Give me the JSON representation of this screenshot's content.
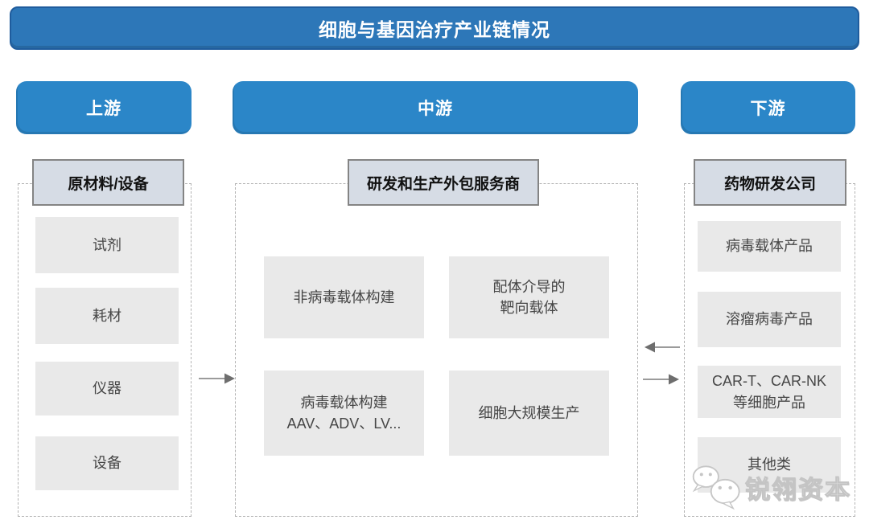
{
  "title": "细胞与基因治疗产业链情况",
  "colors": {
    "banner_blue": "#2d77b8",
    "banner_border": "#1f5c9d",
    "stage_blue": "#2b86c8",
    "header_fill": "#d6dce5",
    "header_border": "#848484",
    "item_fill": "#e9e9e9",
    "dashed_border": "#b3b3b3",
    "arrow_gray": "#7a7a7a"
  },
  "columns": [
    {
      "stage": "上游",
      "header": "原材料/设备",
      "items": [
        {
          "lines": [
            "试剂"
          ]
        },
        {
          "lines": [
            "耗材"
          ]
        },
        {
          "lines": [
            "仪器"
          ]
        },
        {
          "lines": [
            "设备"
          ]
        }
      ]
    },
    {
      "stage": "中游",
      "header": "研发和生产外包服务商",
      "items": [
        {
          "lines": [
            "非病毒载体构建"
          ]
        },
        {
          "lines": [
            "配体介导的",
            "靶向载体"
          ]
        },
        {
          "lines": [
            "病毒载体构建",
            "AAV、ADV、LV..."
          ]
        },
        {
          "lines": [
            "细胞大规模生产"
          ]
        }
      ]
    },
    {
      "stage": "下游",
      "header": "药物研发公司",
      "items": [
        {
          "lines": [
            "病毒载体产品"
          ]
        },
        {
          "lines": [
            "溶瘤病毒产品"
          ]
        },
        {
          "lines": [
            "CAR-T、CAR-NK",
            "等细胞产品"
          ]
        },
        {
          "lines": [
            "其他类"
          ]
        }
      ]
    }
  ],
  "arrows": [
    {
      "name": "upstream-to-midstream",
      "direction": "right"
    },
    {
      "name": "downstream-to-midstream",
      "direction": "left"
    },
    {
      "name": "midstream-to-downstream",
      "direction": "right"
    }
  ],
  "watermark": {
    "icon": "wechat-icon",
    "text": "锐翎资本"
  }
}
